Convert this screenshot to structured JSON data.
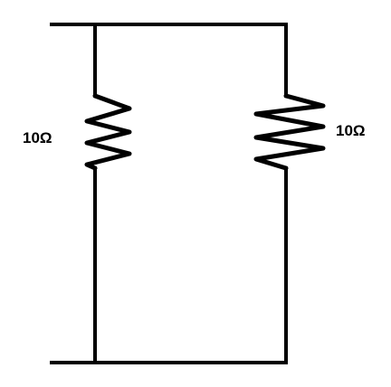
{
  "circuit": {
    "left_branch": {
      "component": "resistor",
      "label": "10Ω"
    },
    "right_branch": {
      "component": "resistor",
      "label": "10Ω"
    },
    "topology": "parallel"
  },
  "colors": {
    "wire": "#000000",
    "background": "#ffffff"
  }
}
